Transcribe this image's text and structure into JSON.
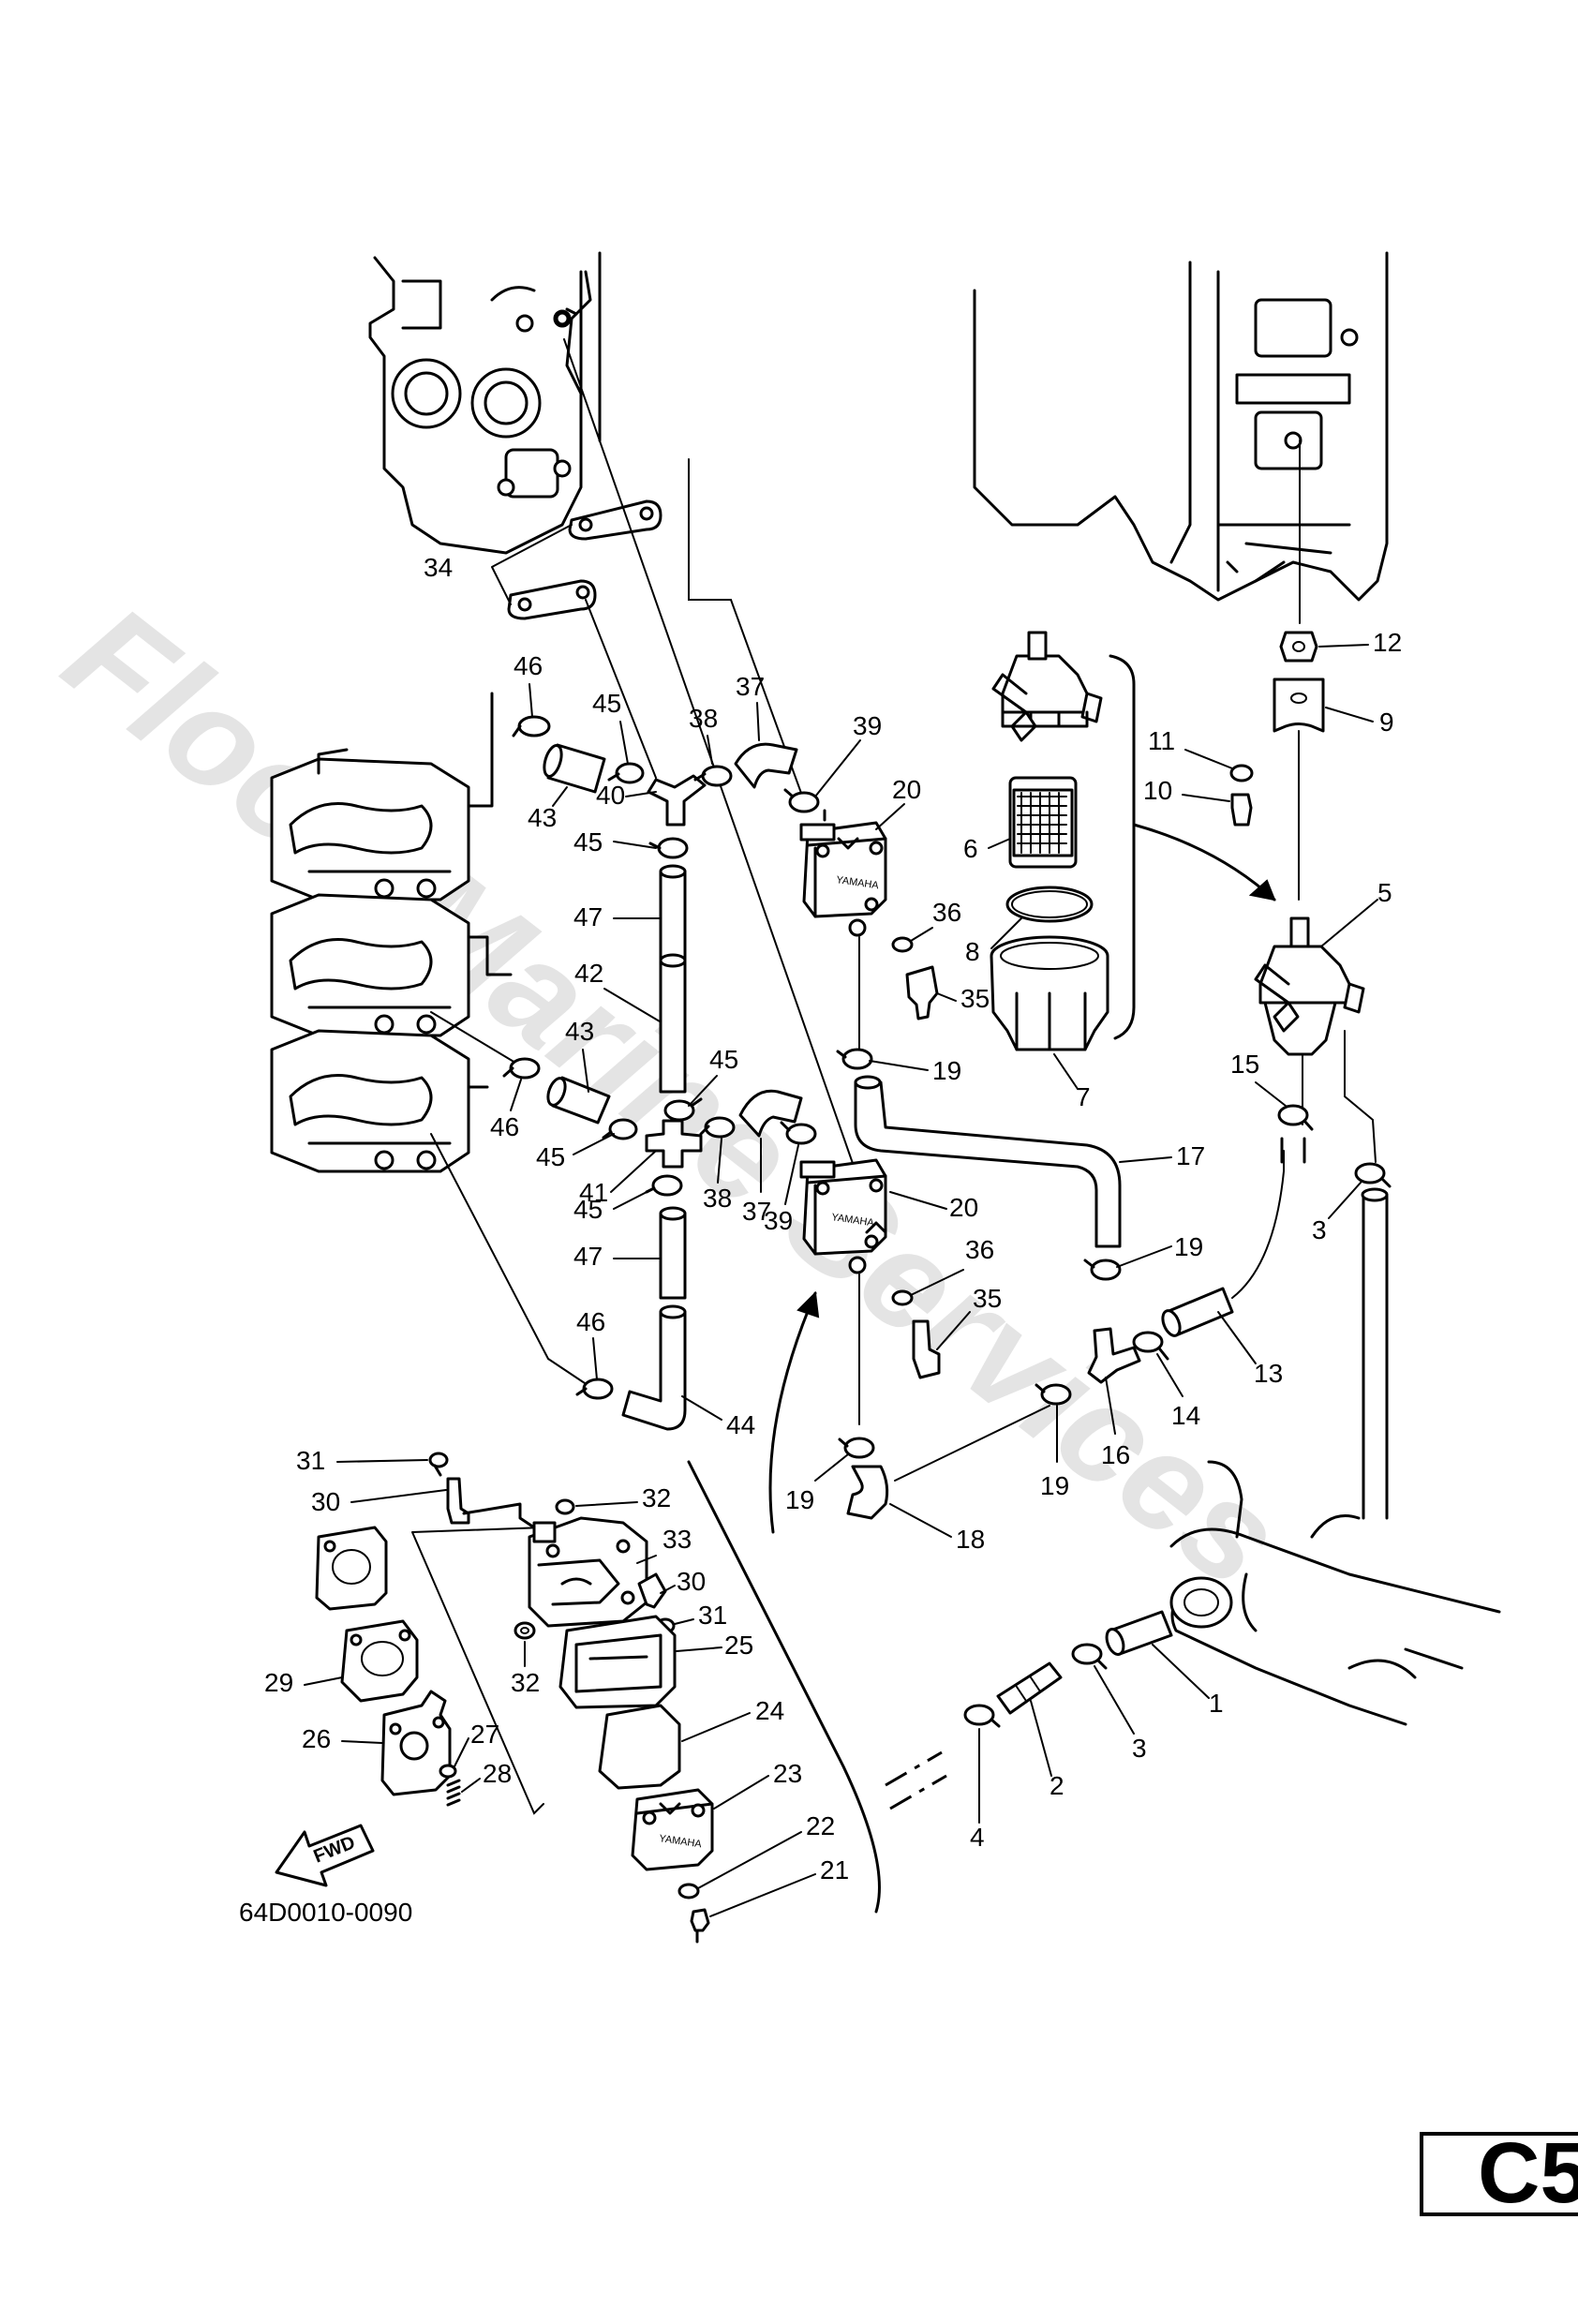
{
  "diagram": {
    "watermark": "Flood Marine Services",
    "figure_code": "64D0010-0090",
    "section_code": "C5",
    "direction_marker": "FWD",
    "brand_marking": "YAMAHA",
    "callouts": {
      "c1": "1",
      "c2": "2",
      "c3a": "3",
      "c3b": "3",
      "c4": "4",
      "c5": "5",
      "c6": "6",
      "c7": "7",
      "c8": "8",
      "c9": "9",
      "c10": "10",
      "c11": "11",
      "c12": "12",
      "c13": "13",
      "c14": "14",
      "c15": "15",
      "c16": "16",
      "c17": "17",
      "c18": "18",
      "c19a": "19",
      "c19b": "19",
      "c19c": "19",
      "c19d": "19",
      "c20a": "20",
      "c20b": "20",
      "c21": "21",
      "c22": "22",
      "c23": "23",
      "c24": "24",
      "c25": "25",
      "c26": "26",
      "c27": "27",
      "c28": "28",
      "c29": "29",
      "c30a": "30",
      "c30b": "30",
      "c31a": "31",
      "c31b": "31",
      "c32a": "32",
      "c32b": "32",
      "c33": "33",
      "c34": "34",
      "c35a": "35",
      "c35b": "35",
      "c36a": "36",
      "c36b": "36",
      "c37a": "37",
      "c37b": "37",
      "c38a": "38",
      "c38b": "38",
      "c39a": "39",
      "c39b": "39",
      "c40": "40",
      "c41": "41",
      "c42": "42",
      "c43a": "43",
      "c43b": "43",
      "c44": "44",
      "c45a": "45",
      "c45b": "45",
      "c45c": "45",
      "c45d": "45",
      "c45e": "45",
      "c46a": "46",
      "c46b": "46",
      "c46c": "46",
      "c47a": "47",
      "c47b": "47"
    }
  }
}
